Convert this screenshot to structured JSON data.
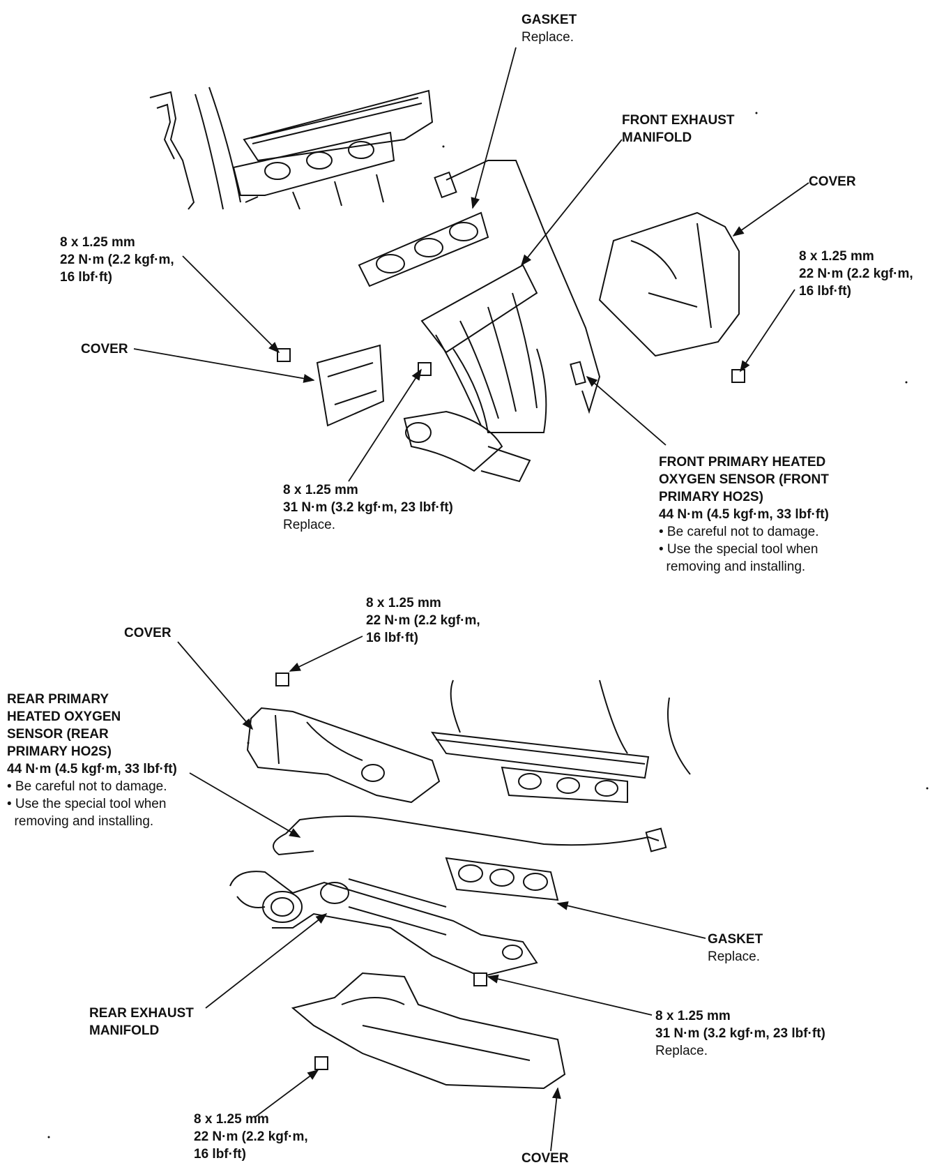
{
  "callouts": {
    "top_gasket": {
      "lines": [
        "GASKET",
        "Replace."
      ]
    },
    "front_manifold": {
      "lines": [
        "FRONT EXHAUST",
        "MANIFOLD"
      ]
    },
    "top_cover_right": {
      "lines": [
        "COVER"
      ]
    },
    "top_bolt_left": {
      "lines": [
        "8 x 1.25 mm",
        "22 N·m (2.2 kgf·m,",
        "16 lbf·ft)"
      ]
    },
    "top_bolt_right": {
      "lines": [
        "8 x 1.25 mm",
        "22 N·m (2.2 kgf·m,",
        "16 lbf·ft)"
      ]
    },
    "top_cover_left": {
      "lines": [
        "COVER"
      ]
    },
    "top_nut": {
      "lines": [
        "8 x 1.25 mm",
        "31 N·m (3.2 kgf·m, 23 lbf·ft)",
        "Replace."
      ]
    },
    "front_sensor": {
      "lines": [
        "FRONT PRIMARY HEATED",
        "OXYGEN SENSOR (FRONT",
        "PRIMARY HO2S)",
        "44 N·m (4.5 kgf·m, 33 lbf·ft)",
        "• Be careful not to damage.",
        "• Use the special tool when",
        "  removing and installing."
      ]
    },
    "bottom_bolt_top": {
      "lines": [
        "8 x 1.25 mm",
        "22 N·m (2.2 kgf·m,",
        "16 lbf·ft)"
      ]
    },
    "bottom_cover_top": {
      "lines": [
        "COVER"
      ]
    },
    "rear_sensor": {
      "lines": [
        "REAR PRIMARY",
        "HEATED OXYGEN",
        "SENSOR (REAR",
        "PRIMARY HO2S)",
        "44 N·m (4.5 kgf·m, 33 lbf·ft)",
        "• Be careful not to damage.",
        "• Use the special tool when",
        "  removing and installing."
      ]
    },
    "bottom_gasket": {
      "lines": [
        "GASKET",
        "Replace."
      ]
    },
    "rear_manifold": {
      "lines": [
        "REAR EXHAUST",
        "MANIFOLD"
      ]
    },
    "bottom_nut": {
      "lines": [
        "8 x 1.25 mm",
        "31 N·m (3.2 kgf·m, 23 lbf·ft)",
        "Replace."
      ]
    },
    "bottom_bolt_low": {
      "lines": [
        "8 x 1.25 mm",
        "22 N·m (2.2 kgf·m,",
        "16 lbf·ft)"
      ]
    },
    "bottom_cover_low": {
      "lines": [
        "COVER"
      ]
    }
  }
}
